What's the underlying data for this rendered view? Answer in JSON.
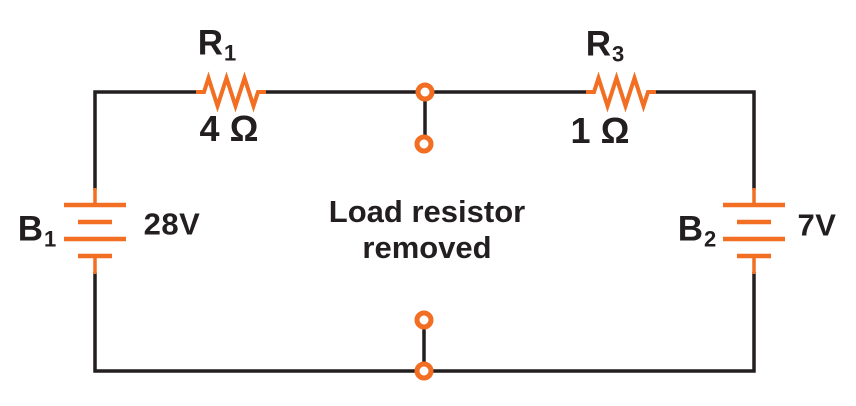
{
  "figure": {
    "type": "circuit-diagram",
    "background": "#ffffff",
    "colors": {
      "component_orange": "#f26e22",
      "wire_black": "#231f20",
      "text": "#231f20"
    },
    "note": {
      "line1": "Load resistor",
      "line2": "removed"
    },
    "components": {
      "r1": {
        "name": "R",
        "sub": "1",
        "value": "4 Ω"
      },
      "r3": {
        "name": "R",
        "sub": "3",
        "value": "1 Ω"
      },
      "b1": {
        "name": "B",
        "sub": "1",
        "voltage": "28V"
      },
      "b2": {
        "name": "B",
        "sub": "2",
        "voltage": "7V"
      }
    }
  }
}
